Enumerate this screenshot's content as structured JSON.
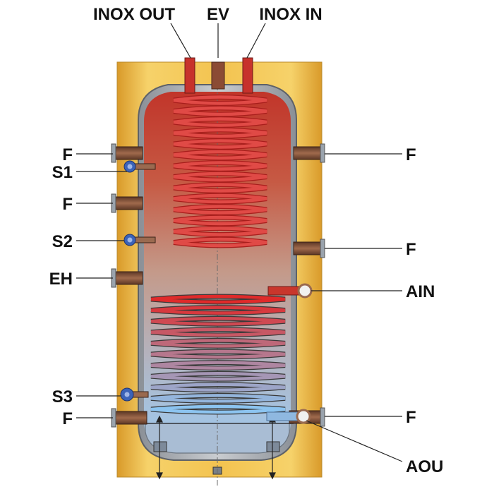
{
  "labels": {
    "inox_out": "INOX OUT",
    "ev": "EV",
    "inox_in": "INOX IN",
    "f": "F",
    "s1": "S1",
    "s2": "S2",
    "s3": "S3",
    "eh": "EH",
    "ain": "AIN",
    "aou": "AOU"
  },
  "colors": {
    "insulation": "#f2c04a",
    "hot": "#c8342a",
    "cold": "#7fb6e6",
    "coil_hot": "#d92a2a",
    "coil_cold": "#8cc4f0",
    "connector": "#7a4d34",
    "sensor": "#3b63b8"
  }
}
